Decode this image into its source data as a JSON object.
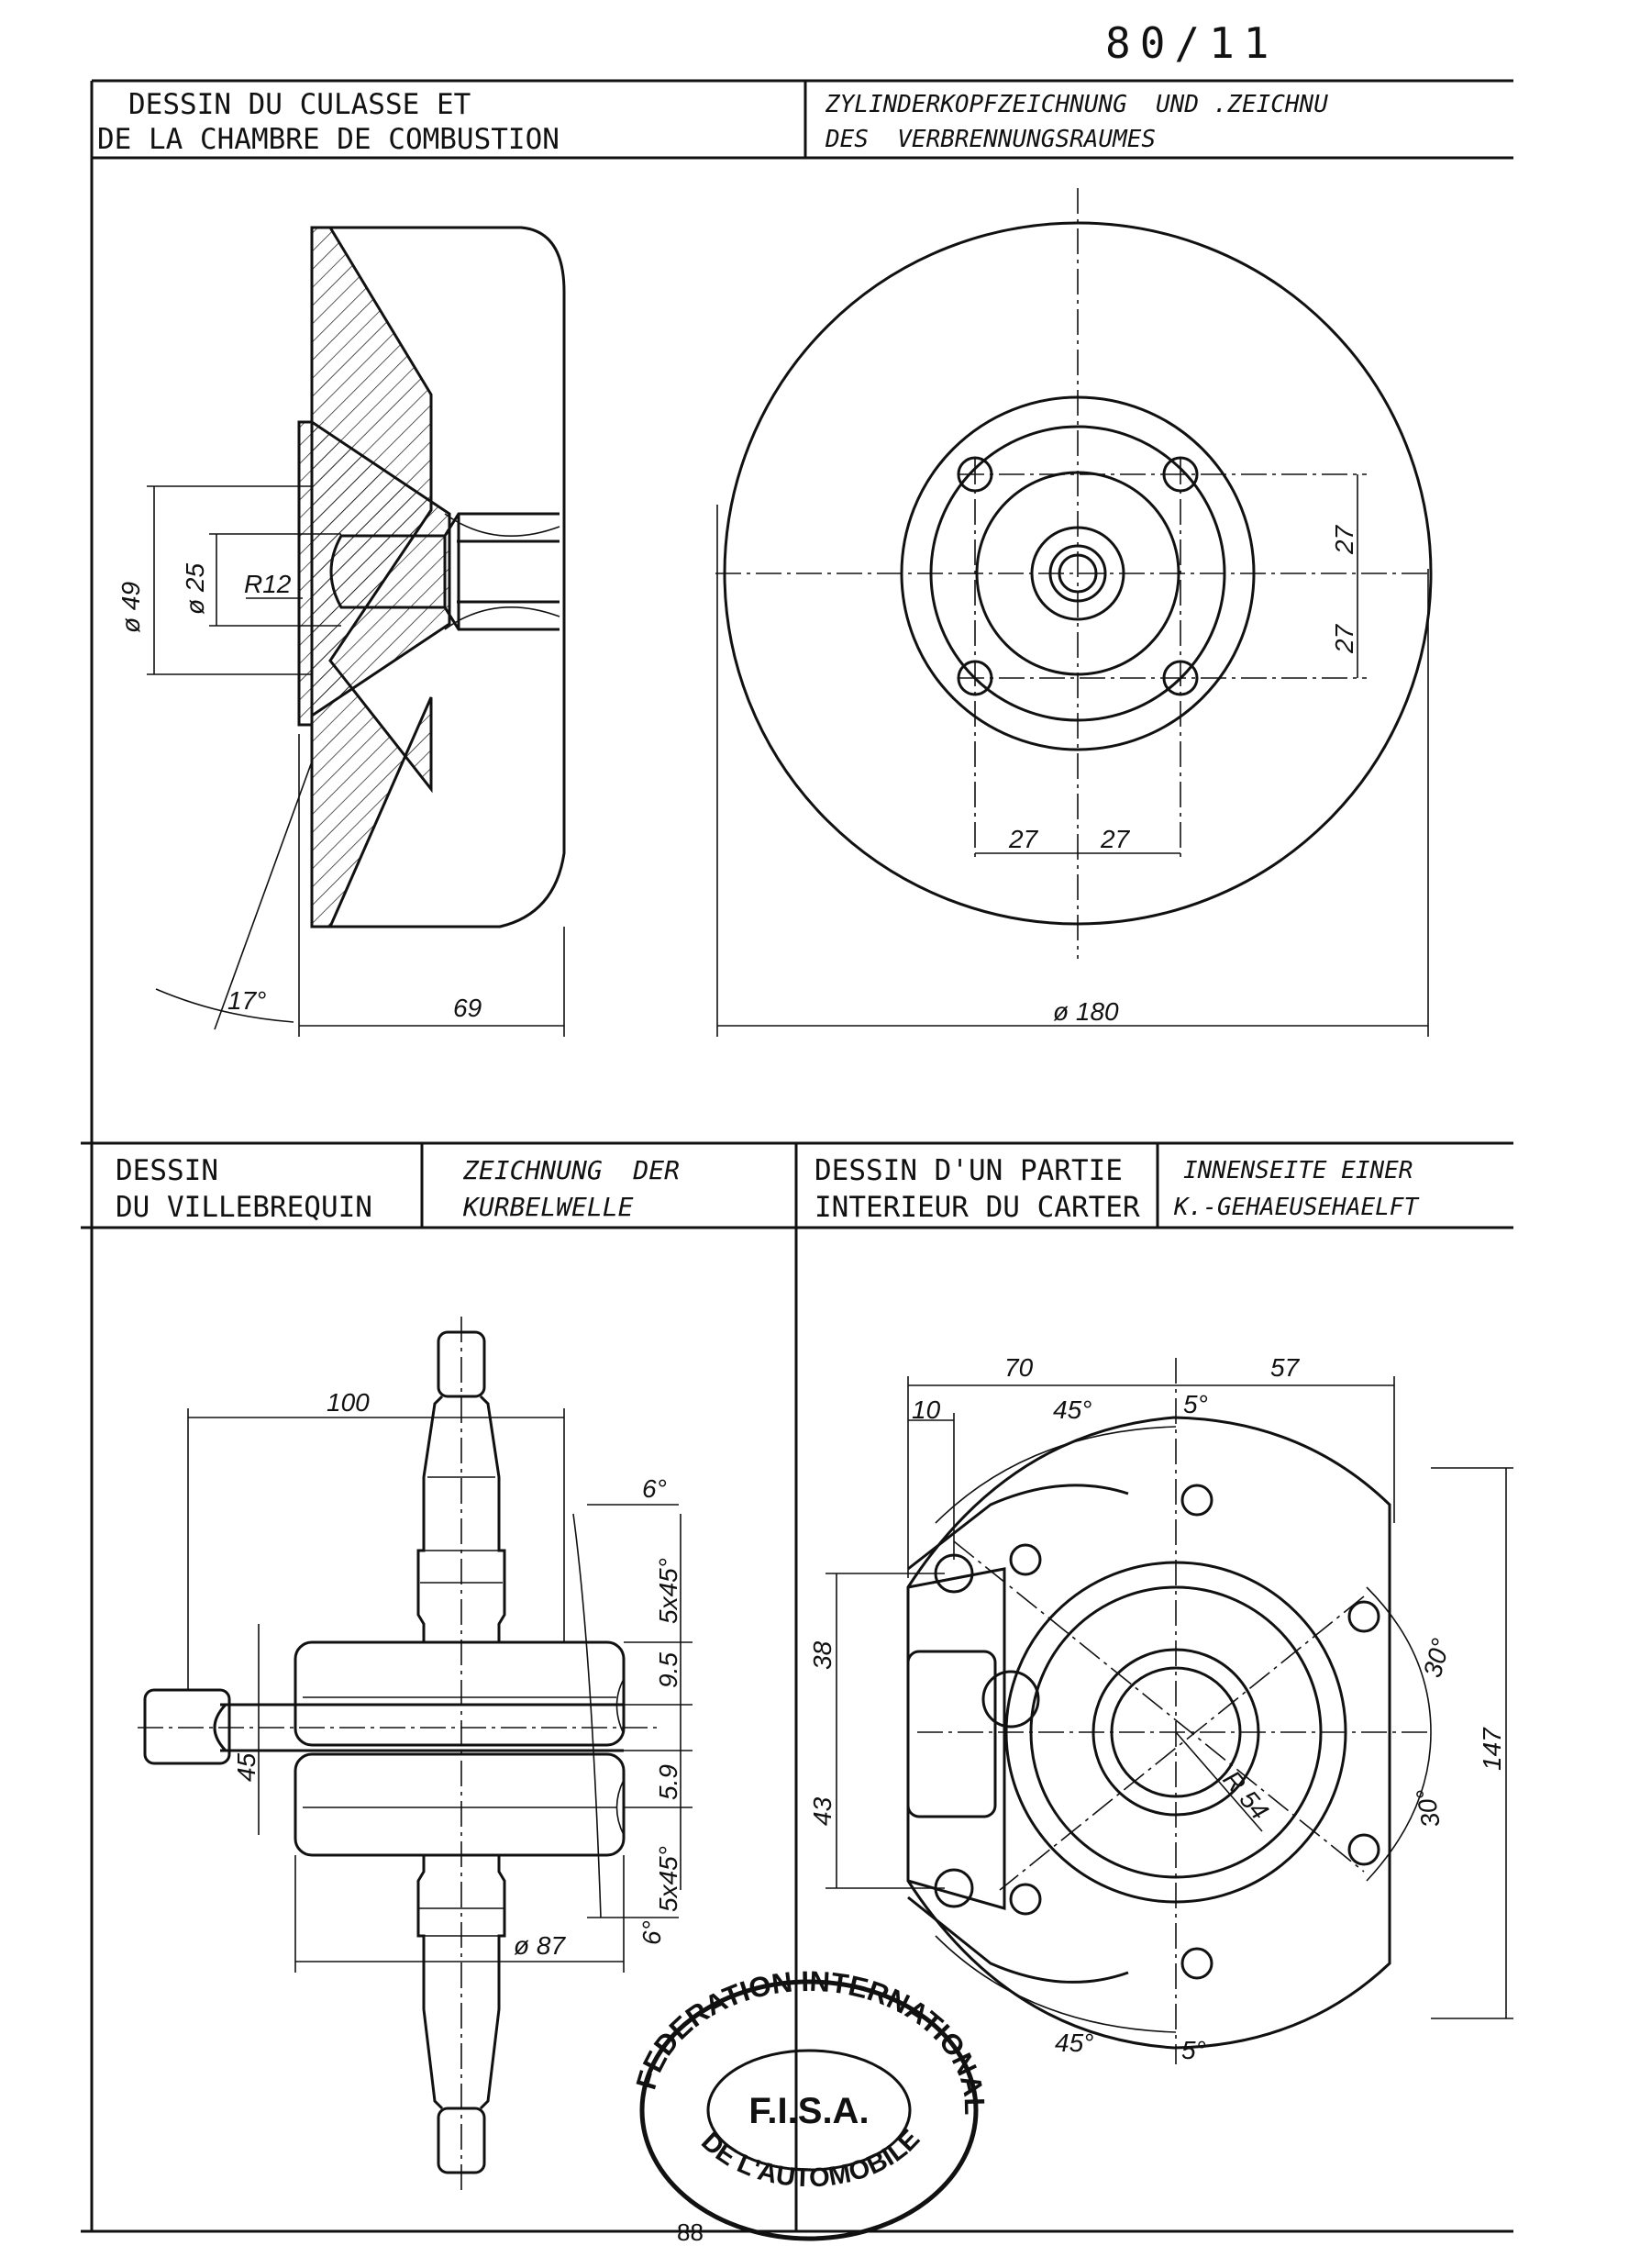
{
  "document": {
    "reference": "80/11",
    "page_number": "88"
  },
  "panels": {
    "cylinder_head": {
      "title_fr": [
        "DESSIN DU CULASSE ET",
        "DE LA CHAMBRE DE COMBUSTION"
      ],
      "title_de": [
        "ZYLINDERKOPFZEICHNUNG  UND .ZEICHNU",
        "DES  VERBRENNUNGSRAUMES"
      ],
      "dims": [
        "ø 49",
        "ø 25",
        "R12",
        "17°",
        "69",
        "27",
        "27",
        "27",
        "27",
        "ø 180"
      ]
    },
    "crankshaft": {
      "title_fr": [
        "DESSIN",
        "DU VILLEBREQUIN"
      ],
      "title_de": [
        "ZEICHNUNG  DER",
        "KURBELWELLE"
      ],
      "dims": [
        "100",
        "6°",
        "5x45°",
        "9.5",
        "45",
        "5.9",
        "6°",
        "5x45°",
        "ø 87"
      ]
    },
    "crankcase": {
      "title_fr": [
        "DESSIN D'UN PARTIE",
        "INTERIEUR DU CARTER"
      ],
      "title_de": [
        "INNENSEITE EINER",
        "K.-GEHAEUSEHAELFT"
      ],
      "dims": [
        "70",
        "57",
        "10",
        "45°",
        "5°",
        "38",
        "43",
        "30°",
        "30°",
        "147",
        "R 54",
        "45°",
        "5°"
      ]
    }
  },
  "stamp": {
    "outer_top": "FEDERATION INTERNATIONALE",
    "outer_bottom": "DE L'AUTOMOBILE",
    "center": "F.I.S.A."
  }
}
